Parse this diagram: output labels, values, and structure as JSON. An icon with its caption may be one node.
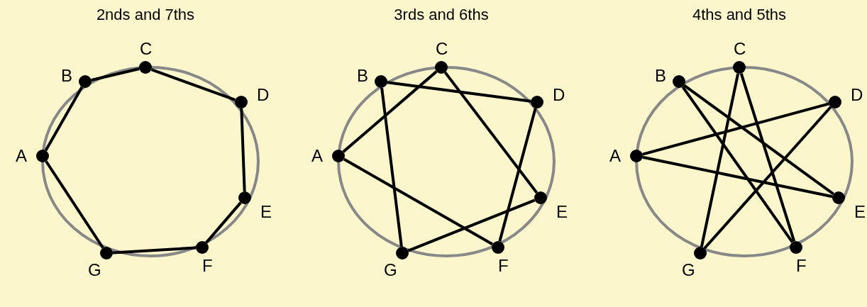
{
  "diagram": {
    "nodes": [
      {
        "text": [],
        "shape": "circle"
      },
      {
        "text": [],
        "shape": "circle",
        "beside": [
          "A"
        ],
        "in": 0
      },
      {
        "text": [],
        "shape": "circle",
        "beside": [
          "B"
        ],
        "in": 0
      },
      {
        "text": [],
        "shape": "circle",
        "beside": [
          "C"
        ],
        "in": 0
      },
      {
        "text": [],
        "shape": "circle",
        "beside": [
          "D"
        ],
        "in": 0
      },
      {
        "text": [],
        "shape": "circle",
        "beside": [
          "E"
        ],
        "in": 0
      },
      {
        "text": [],
        "shape": "circle",
        "beside": [
          "F"
        ],
        "in": 0
      },
      {
        "text": [],
        "shape": "circle",
        "beside": [
          "G"
        ],
        "in": 0
      },
      {
        "text": [],
        "shape": "circle"
      },
      {
        "text": [],
        "shape": "circle",
        "beside": [
          "A"
        ],
        "in": 8
      },
      {
        "text": [],
        "shape": "circle",
        "beside": [
          "B"
        ],
        "in": 8
      },
      {
        "text": [],
        "shape": "circle",
        "beside": [
          "C"
        ],
        "in": 8
      },
      {
        "text": [],
        "shape": "circle",
        "beside": [
          "D"
        ],
        "in": 8
      },
      {
        "text": [],
        "shape": "circle",
        "beside": [
          "E"
        ],
        "in": 8
      },
      {
        "text": [],
        "shape": "circle",
        "beside": [
          "F"
        ],
        "in": 8
      },
      {
        "text": [],
        "shape": "circle",
        "beside": [
          "G"
        ],
        "in": 8
      },
      {
        "text": [],
        "shape": "circle"
      },
      {
        "text": [],
        "shape": "circle",
        "beside": [
          "A"
        ],
        "in": 16
      },
      {
        "text": [],
        "shape": "circle",
        "beside": [
          "B"
        ],
        "in": 16
      },
      {
        "text": [],
        "shape": "circle",
        "beside": [
          "C"
        ],
        "in": 16
      },
      {
        "text": [],
        "shape": "circle",
        "beside": [
          "D"
        ],
        "in": 16
      },
      {
        "text": [],
        "shape": "circle",
        "beside": [
          "E"
        ],
        "in": 16
      },
      {
        "text": [],
        "shape": "circle",
        "beside": [
          "F"
        ],
        "in": 16
      },
      {
        "text": [],
        "shape": "circle",
        "beside": [
          "G"
        ],
        "in": 16
      }
    ],
    "edges": [
      {
        "from": 1,
        "to": 2,
        "arrow": "none"
      },
      {
        "from": 2,
        "to": 3,
        "arrow": "none"
      },
      {
        "from": 3,
        "to": 4,
        "arrow": "none"
      },
      {
        "from": 4,
        "to": 5,
        "arrow": "none"
      },
      {
        "from": 5,
        "to": 6,
        "arrow": "none"
      },
      {
        "from": 6,
        "to": 7,
        "arrow": "none"
      },
      {
        "from": 7,
        "to": 1,
        "arrow": "none"
      },
      {
        "from": 9,
        "to": 11,
        "arrow": "none"
      },
      {
        "from": 11,
        "to": 13,
        "arrow": "none"
      },
      {
        "from": 13,
        "to": 15,
        "arrow": "none"
      },
      {
        "from": 15,
        "to": 10,
        "arrow": "none"
      },
      {
        "from": 10,
        "to": 12,
        "arrow": "none"
      },
      {
        "from": 12,
        "to": 14,
        "arrow": "none"
      },
      {
        "from": 14,
        "to": 9,
        "arrow": "none"
      },
      {
        "from": 17,
        "to": 20,
        "arrow": "none"
      },
      {
        "from": 17,
        "to": 21,
        "arrow": "none"
      },
      {
        "from": 18,
        "to": 21,
        "arrow": "none"
      },
      {
        "from": 18,
        "to": 22,
        "arrow": "none"
      },
      {
        "from": 19,
        "to": 22,
        "arrow": "none"
      },
      {
        "from": 19,
        "to": 23,
        "arrow": "none"
      },
      {
        "from": 20,
        "to": 23,
        "arrow": "none"
      }
    ],
    "labels": [
      "2nds and 7ths",
      "3rds and 6ths",
      "4ths and 5ths"
    ]
  }
}
